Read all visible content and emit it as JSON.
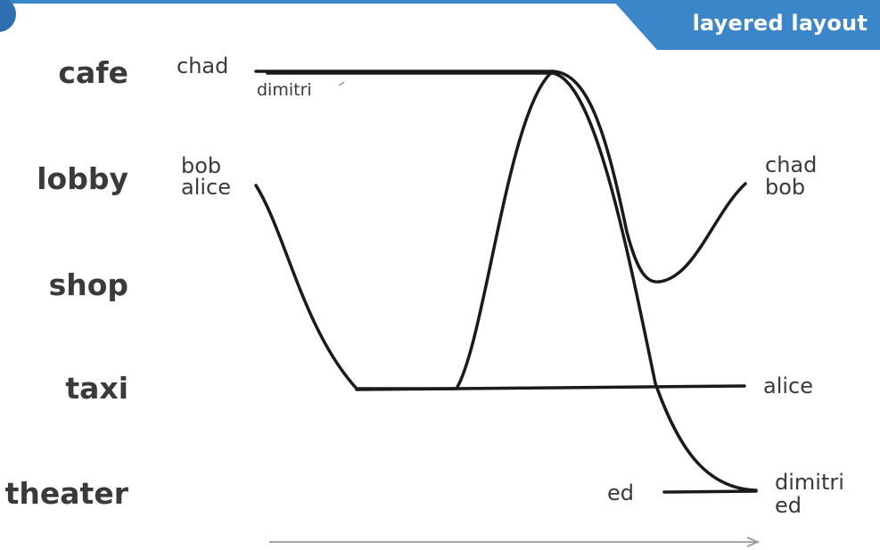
{
  "banner": {
    "title": "layered layout"
  },
  "locations": [
    "cafe",
    "lobby",
    "shop",
    "taxi",
    "theater"
  ],
  "characters": {
    "start_cafe": [
      "chad"
    ],
    "start_cafe_under": "dimitri",
    "start_lobby": [
      "bob",
      "alice"
    ],
    "end_lobby": [
      "chad",
      "bob"
    ],
    "end_taxi": [
      "alice"
    ],
    "start_theater": [
      "ed"
    ],
    "end_theater": [
      "dimitri",
      "ed"
    ]
  },
  "colors": {
    "accent": "#3a86c8",
    "banner": "#3a86c8",
    "ink": "#1a1a1a",
    "text": "#3a3a3a",
    "timeline": "#9a9a9a"
  },
  "storylines": [
    {
      "name": "chad",
      "from": "cafe",
      "to": "lobby"
    },
    {
      "name": "dimitri",
      "from": "cafe",
      "to": "theater"
    },
    {
      "name": "bob",
      "from": "lobby",
      "to": "lobby"
    },
    {
      "name": "alice",
      "from": "lobby",
      "to": "taxi"
    },
    {
      "name": "ed",
      "from": "theater",
      "to": "theater"
    }
  ]
}
